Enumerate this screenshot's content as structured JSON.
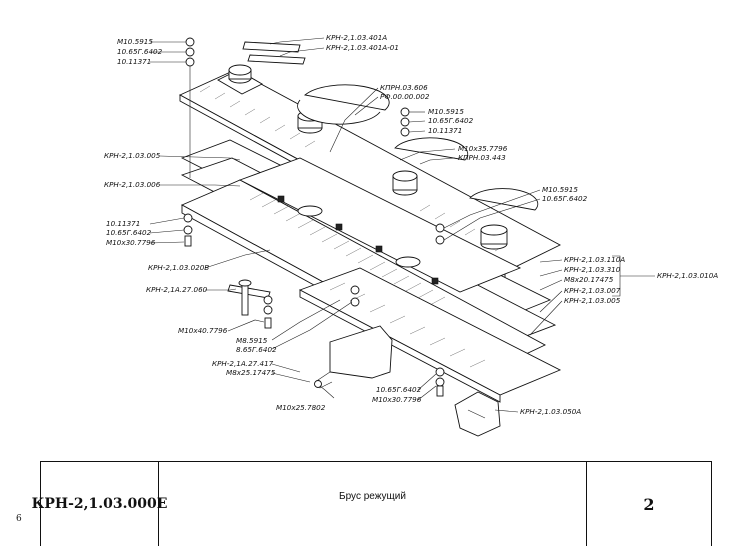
{
  "labels": {
    "m10_5915_top": "М10.5915",
    "w10_65g_top": "10.65Г.6402",
    "w10_11371_top": "10.11371",
    "krn_401a": "КРН-2,1.03.401А",
    "krn_401a01": "КРН-2,1.03.401А-01",
    "kprn_606": "КПРН.03.606",
    "rf_002": "РФ.00.00.002",
    "m10_5915_mid": "М10.5915",
    "w10_65g_mid": "10.65Г.6402",
    "w10_11371_mid": "10.11371",
    "krn_005_top": "КРН-2,1.03.005",
    "m10x35": "М10х35.7796",
    "kprn_443": "КПРН.03.443",
    "krn_006": "КРН-2,1.03.006",
    "m10_5915_right": "М10.5915",
    "w10_65g_right": "10.65Г.6402",
    "w10_11371_left": "10.11371",
    "w10_65g_left": "10.65Г.6402",
    "m10x30_left": "М10х30.7796",
    "krn_110a": "КРН-2,1.03.110А",
    "krn_310": "КРН-2,1.03.310",
    "m8x20": "М8х20.17475",
    "krn_007": "КРН-2,1.03.007",
    "krn_005_right": "КРН-2,1.03.005",
    "krn_010a": "КРН-2,1.03.010А",
    "krn_020b": "КРН-2,1.03.020В",
    "krn_060": "КРН-2,1А.27.060",
    "m10x40": "М10х40.7796",
    "m8_5915": "М8.5915",
    "w8_65g": "8.65Г.6402",
    "krn_417": "КРН-2,1А.27.417",
    "m8x25": "М8х25.17475",
    "m10x25": "М10х25.7802",
    "w10_65g_bottom": "10.65Г.6402",
    "m10x30_bottom": "М10х30.7796",
    "krn_050a": "КРН-2,1.03.050А"
  },
  "title_block": {
    "code": "КРН-2,1.03.000Е",
    "name": "Брус режущий",
    "page": "2"
  },
  "sheet_number": "6"
}
